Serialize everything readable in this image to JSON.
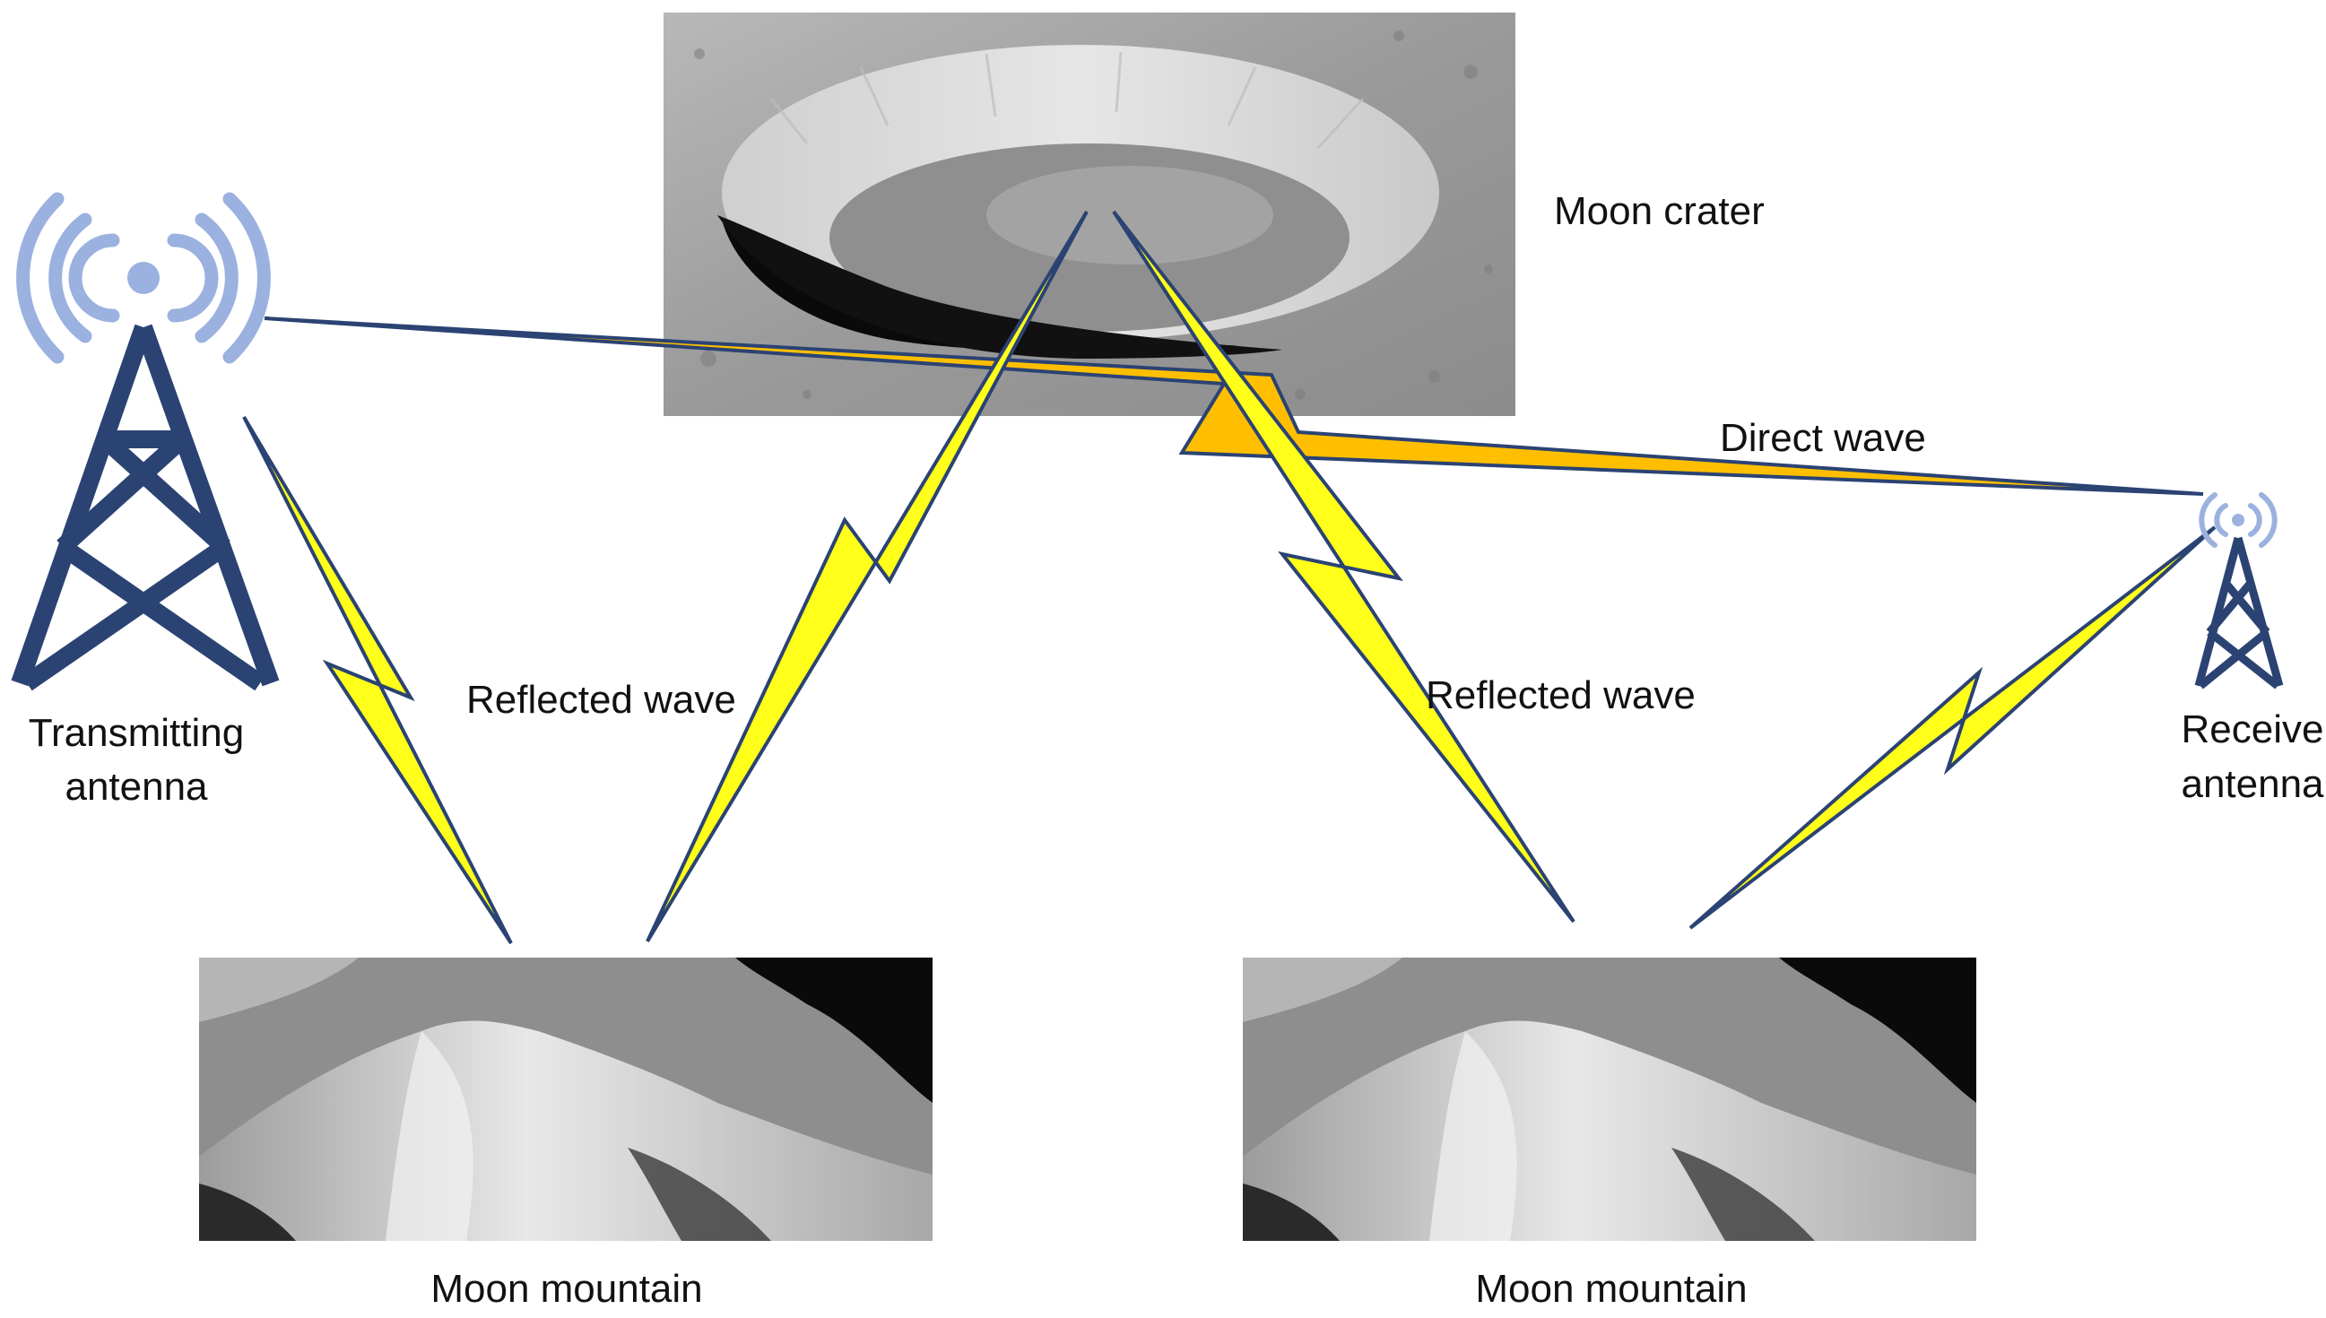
{
  "labels": {
    "moon_crater": "Moon crater",
    "direct_wave": "Direct wave",
    "reflected_wave_left": "Reflected wave",
    "reflected_wave_right": "Reflected wave",
    "transmitting_antenna_line1": "Transmitting",
    "transmitting_antenna_line2": "antenna",
    "receive_antenna_line1": "Receive",
    "receive_antenna_line2": "antenna",
    "moon_mountain_left": "Moon mountain",
    "moon_mountain_right": "Moon mountain"
  },
  "colors": {
    "tower": "#2b4373",
    "signal_arcs": "#9bb1df",
    "wave_outline": "#2b4373",
    "reflected_wave_fill": "#ffff1a",
    "direct_wave_fill": "#ffbf00",
    "moon_light": "#d8d8d8",
    "moon_mid": "#a6a6a6",
    "moon_shadow": "#0a0a0a"
  },
  "icons": {
    "transmitting": "transmitting-antenna-tower-icon",
    "receive": "receive-antenna-tower-icon"
  }
}
